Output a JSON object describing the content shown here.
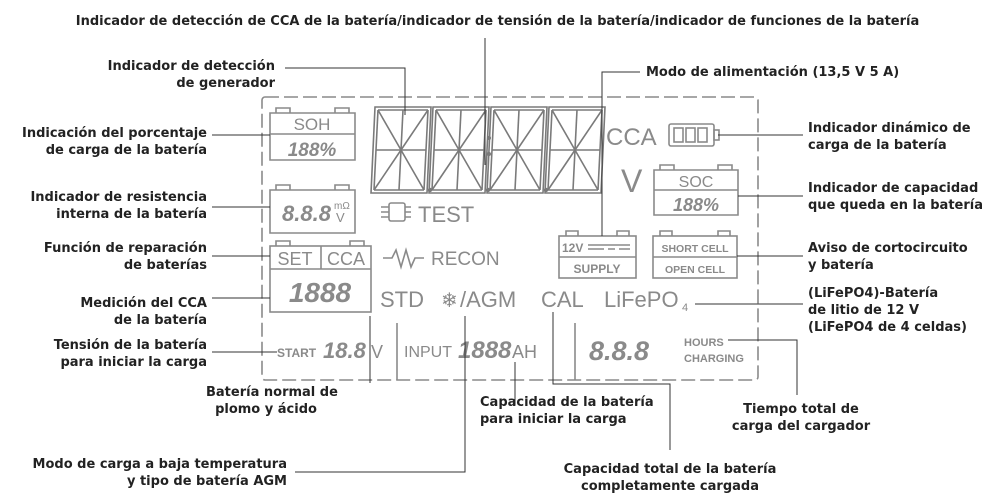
{
  "labels": {
    "top": "Indicador de detección de CCA de la batería/indicador de tensión de la batería/indicador de funciones de la batería",
    "generator_1": "Indicador de detección",
    "generator_2": "de generador",
    "percent_1": "Indicación del porcentaje",
    "percent_2": "de carga de la batería",
    "resistance_1": "Indicador de resistencia",
    "resistance_2": "interna de la batería",
    "repair_1": "Función de reparación",
    "repair_2": "de baterías",
    "cca_1": "Medición del CCA",
    "cca_2": "de la batería",
    "start_v_1": "Tensión de la batería",
    "start_v_2": "para iniciar la carga",
    "lead_1": "Batería normal de",
    "lead_2": "plomo y ácido",
    "lowtemp_1": "Modo de carga a baja temperatura",
    "lowtemp_2": "y tipo de batería AGM",
    "capacity_start_1": "Capacidad de la batería",
    "capacity_start_2": "para iniciar la carga",
    "capacity_full_1": "Capacidad total de la batería",
    "capacity_full_2": "completamente cargada",
    "supply": "Modo de alimentación (13,5 V 5 A)",
    "dynamic_1": "Indicador dinámico de",
    "dynamic_2": "carga de la batería",
    "remaining_1": "Indicador de capacidad",
    "remaining_2": "que queda en la batería",
    "short_1": "Aviso de cortocircuito",
    "short_2": "y batería",
    "lifepo_1": "(LiFePO4)-Batería",
    "lifepo_2": "de litio de 12 V",
    "lifepo_3": "(LiFePO4 de 4 celdas)",
    "time_1": "Tiempo total de",
    "time_2": "carga del cargador"
  },
  "lcd": {
    "soh": "SOH",
    "soh_value": "188%",
    "cca_unit": "CCA",
    "v_unit": "V",
    "soc": "SOC",
    "soc_value": "188%",
    "resist_value": "8.8.8",
    "resist_unit_top": "mΩ",
    "resist_unit_bot": "V",
    "test": "TEST",
    "recon": "RECON",
    "supply_top": "12V",
    "supply_bot": "SUPPLY",
    "short_cell": "SHORT CELL",
    "open_cell": "OPEN CELL",
    "set": "SET",
    "cca": "CCA",
    "cca_value": "1888",
    "std": "STD",
    "agm": "/AGM",
    "cal": "CAL",
    "lifepo": "LiFePO",
    "lifepo_sub": "4",
    "start": "START",
    "start_value": "18.8",
    "start_unit": "V",
    "input": "INPUT",
    "input_value": "1888",
    "input_unit": "AH",
    "time_value": "8.8.8",
    "hours": "HOURS",
    "charging": "CHARGING"
  }
}
